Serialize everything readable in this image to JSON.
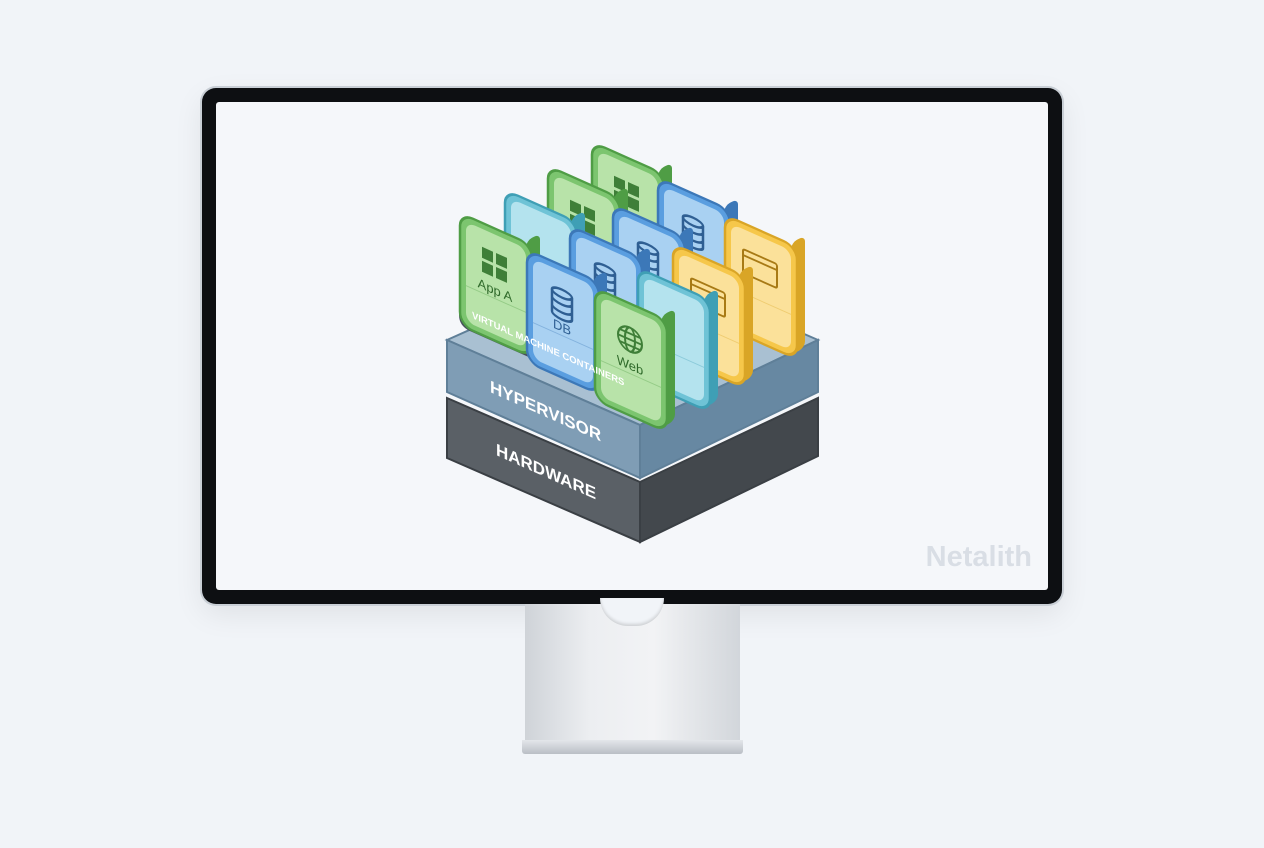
{
  "diagram": {
    "layers": {
      "containers": "VIRTUAL MACHINE CONTAINERS",
      "hypervisor": "HYPERVISOR",
      "hardware": "HARDWARE"
    },
    "tiles": {
      "app": "App A",
      "db": "DB",
      "web": "Web"
    },
    "colors": {
      "green": "#7cc56f",
      "blue": "#5a9ee0",
      "teal": "#6fc3d6",
      "yellow": "#f6c74a",
      "hypervisor": "#6f8fa8",
      "hardware": "#4a5056",
      "container_base": "#5f6c7a"
    }
  },
  "brand": "Netalith"
}
